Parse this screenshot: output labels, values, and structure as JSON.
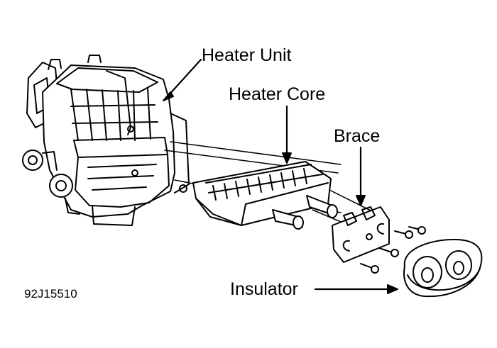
{
  "labels": {
    "heater_unit": "Heater Unit",
    "heater_core": "Heater Core",
    "brace": "Brace",
    "insulator": "Insulator"
  },
  "figure_code": "92J15510",
  "colors": {
    "ink": "#000000",
    "paper": "#ffffff"
  }
}
